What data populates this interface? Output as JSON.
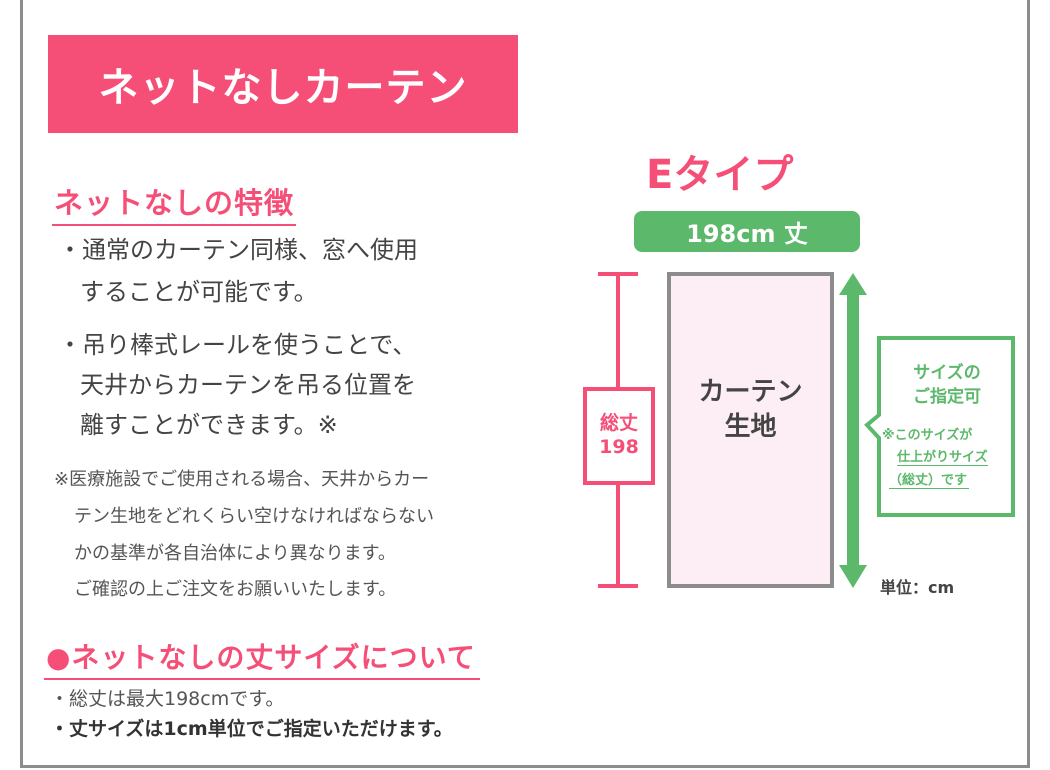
{
  "banner": {
    "title": "ネットなしカーテン"
  },
  "features": {
    "heading": "ネットなしの特徴",
    "bullet1": [
      "・通常のカーテン同様、窓へ使用",
      "することが可能です。"
    ],
    "bullet2": [
      "・吊り棒式レールを使うことで、",
      "天井からカーテンを吊る位置を",
      "離すことができます。※"
    ],
    "note": [
      "※医療施設でご使用される場合、天井からカー",
      "テン生地をどれくらい空けなければならない",
      "かの基準が各自治体により異なります。",
      "ご確認の上ご注文をお願いいたします。"
    ]
  },
  "size_section": {
    "heading": "●ネットなしの丈サイズについて",
    "line1": "・総丈は最大198cmです。",
    "line2": "・丈サイズは1cm単位でご指定いただけます。"
  },
  "diagram": {
    "type_title": "Eタイプ",
    "length_badge": "198cm 丈",
    "total_label": "総丈",
    "total_value": "198",
    "curtain_label": [
      "カーテン",
      "生地"
    ],
    "callout": [
      "サイズの",
      "ご指定可"
    ],
    "callout_note": [
      "※このサイズが",
      "仕上がりサイズ",
      "（総丈）です"
    ],
    "unit": "単位：cm"
  },
  "colors": {
    "pink": "#f54f78",
    "green": "#5cb86a",
    "fabric": "#fdeef6",
    "border": "#8c8c8c"
  }
}
